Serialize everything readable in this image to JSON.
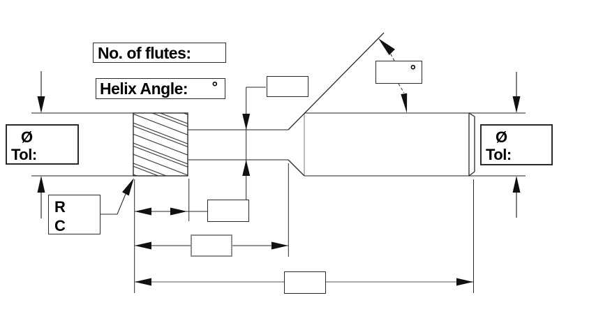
{
  "form": {
    "flutes": {
      "label": "No. of flutes:"
    },
    "helix": {
      "label": "Helix Angle:",
      "unit": "°"
    },
    "chamfer_angle": {
      "unit": "°"
    },
    "cutting_diameter": {
      "symbol": "Ø",
      "tol_label": "Tol:"
    },
    "shank_diameter": {
      "symbol": "Ø",
      "tol_label": "Tol:"
    },
    "corner": {
      "radius_label": "R",
      "chamfer_label": "C"
    }
  },
  "colors": {
    "background": "#ffffff",
    "line_gray": "#8f8f8f",
    "line_dark": "#1f1f1f",
    "text": "#000000",
    "field_fill": "#ffffff"
  }
}
